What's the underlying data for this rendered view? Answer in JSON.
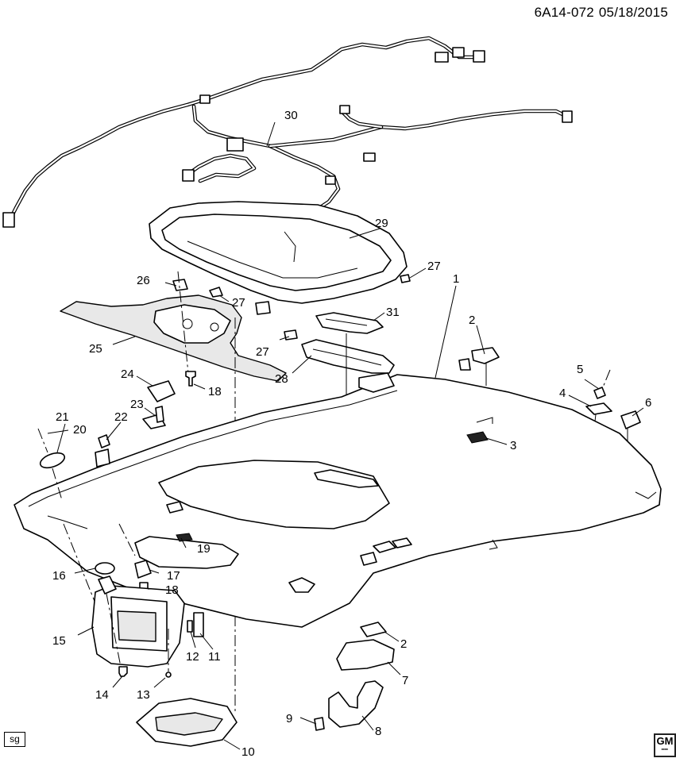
{
  "header": {
    "diagram_number": "6A14-072",
    "date": "05/18/2015"
  },
  "footer": {
    "corner_mark": "sg",
    "logo_text": "GM"
  },
  "callouts": [
    "1",
    "2",
    "2",
    "3",
    "4",
    "5",
    "6",
    "7",
    "8",
    "9",
    "10",
    "11",
    "12",
    "13",
    "14",
    "15",
    "16",
    "17",
    "18",
    "18",
    "19",
    "20",
    "21",
    "22",
    "23",
    "24",
    "25",
    "26",
    "27",
    "27",
    "27",
    "28",
    "29",
    "30",
    "31"
  ]
}
